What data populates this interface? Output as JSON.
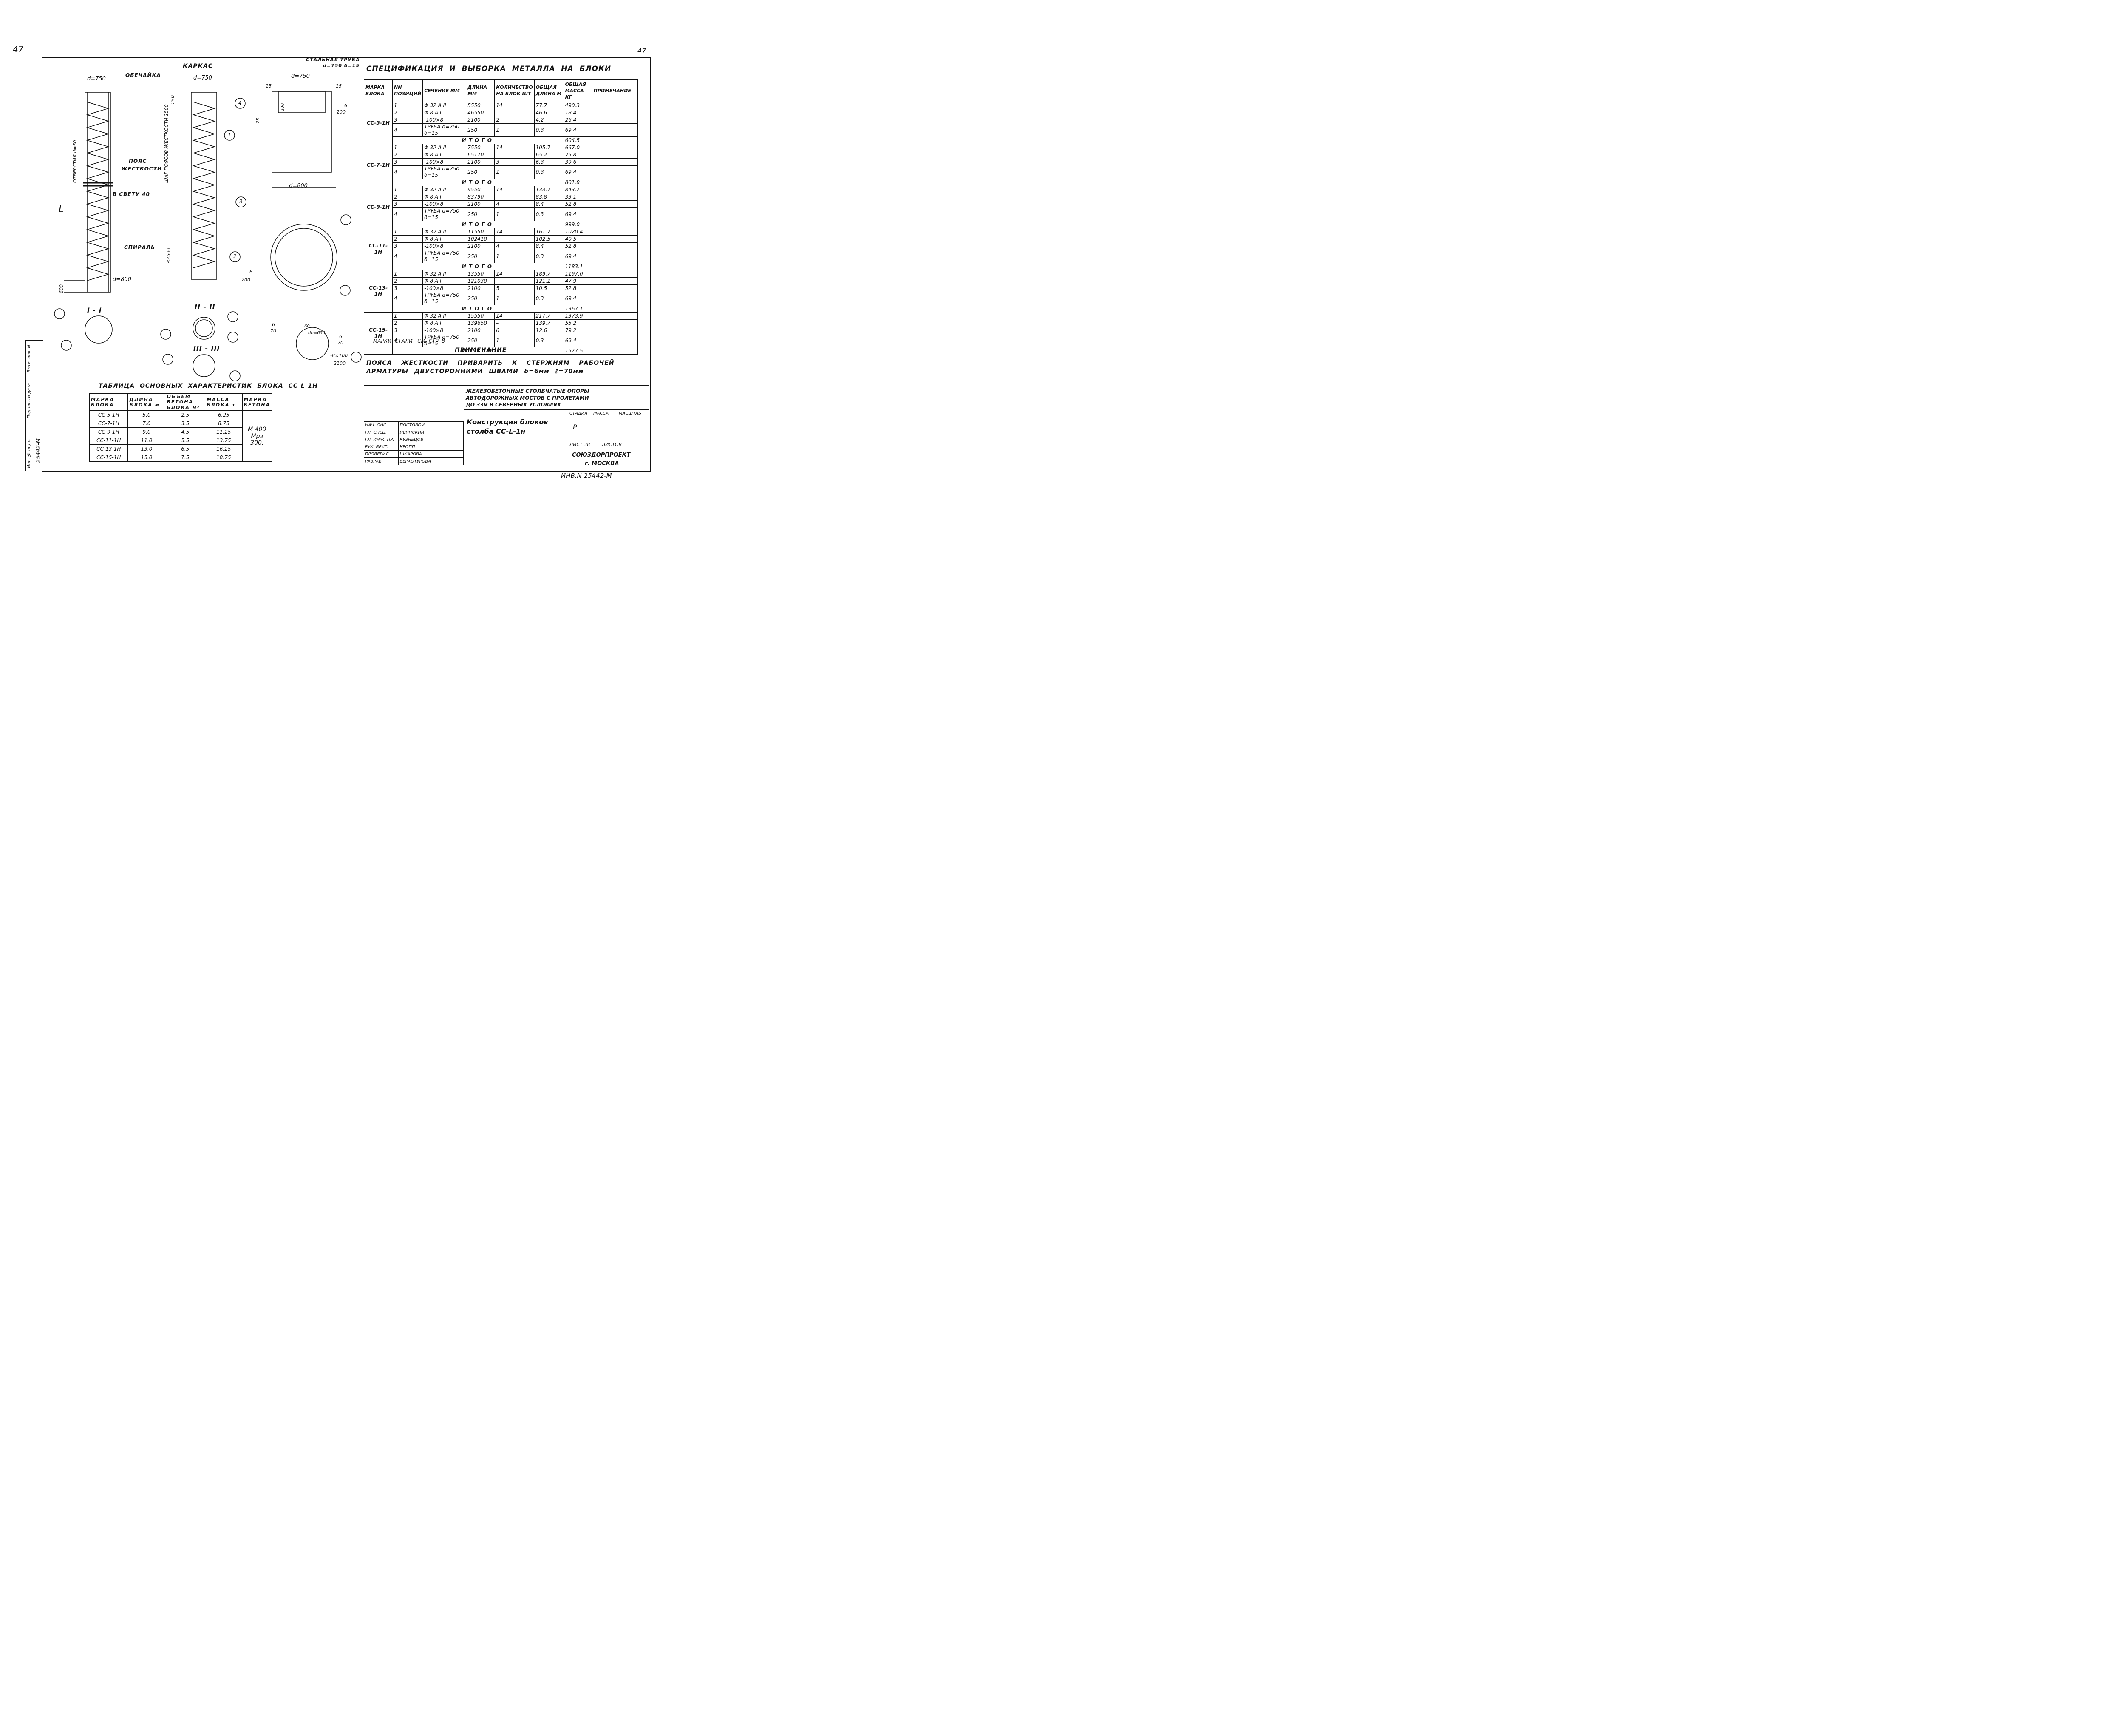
{
  "sheet_num_left": "47",
  "sheet_num_right": "47",
  "headings": {
    "karkas": "КАРКАС",
    "spec_title": "СПЕЦИФИКАЦИЯ  И  ВЫБОРКА  МЕТАЛЛА  НА  БЛОКИ",
    "steel_tube": "СТАЛЬНАЯ ТРУБА",
    "steel_tube_dim": "d=750  δ=15"
  },
  "drawing_labels": {
    "d750a": "d=750",
    "d750b": "d=750",
    "d750c": "d=750",
    "d800a": "d=800",
    "d800b": "d=800",
    "obechaika": "ОБЕЧАЙКА",
    "poyas1": "ПОЯС",
    "poyas2": "ЖЕСТКОСТИ",
    "v_svetu": "В СВЕТУ 40",
    "spiral": "СПИРАЛЬ",
    "otverstia": "ОТВЕРСТИЯ d=50",
    "shag": "ШАГ ПОЯСОВ ЖЕСТКОСТИ 2500",
    "L": "L",
    "dim600": "600",
    "dim2500": "≤2500",
    "dim250": "250",
    "dim15a": "15",
    "dim15b": "15",
    "dim200": "200",
    "dim25": "25",
    "weld6a": "6",
    "weld200a": "200",
    "weld6b": "6",
    "weld200b": "200",
    "weld6c": "6",
    "weld70c": "70",
    "weld6d": "6",
    "weld70d": "70",
    "dn650": "dн=650",
    "ang60": "60",
    "plate": "-8×100",
    "plate2": "2100",
    "sec1": "I - I",
    "sec2": "II - II",
    "sec3": "III - III",
    "c1": "1",
    "c2": "2",
    "c3": "3",
    "c4": "4"
  },
  "spec": {
    "headers": [
      "МАРКА БЛОКА",
      "NN ПОЗИЦИЙ",
      "СЕЧЕНИЕ ММ",
      "ДЛИНА ММ",
      "КОЛИЧЕСТВО НА БЛОК ШТ",
      "ОБЩАЯ ДЛИНА М",
      "ОБЩАЯ МАССА КГ",
      "ПРИМЕЧАНИЕ"
    ],
    "total_label": "ИТОГО",
    "blocks": [
      {
        "mark": "СС-5-1Н",
        "rows": [
          [
            "1",
            "Φ 32 А II",
            "5550",
            "14",
            "77.7",
            "490.3"
          ],
          [
            "2",
            "Φ 8 А I",
            "46550",
            "–",
            "46.6",
            "18.4"
          ],
          [
            "3",
            "-100×8",
            "2100",
            "2",
            "4.2",
            "26.4"
          ],
          [
            "4",
            "ТРУБА d=750 δ=15",
            "250",
            "1",
            "0.3",
            "69.4"
          ]
        ],
        "total": "604.5"
      },
      {
        "mark": "СС-7-1Н",
        "rows": [
          [
            "1",
            "Φ 32 А II",
            "7550",
            "14",
            "105.7",
            "667.0"
          ],
          [
            "2",
            "Φ 8 А I",
            "65170",
            "–",
            "65.2",
            "25.8"
          ],
          [
            "3",
            "-100×8",
            "2100",
            "3",
            "6.3",
            "39.6"
          ],
          [
            "4",
            "ТРУБА d=750 δ=15",
            "250",
            "1",
            "0.3",
            "69.4"
          ]
        ],
        "total": "801.8"
      },
      {
        "mark": "СС-9-1Н",
        "rows": [
          [
            "1",
            "Φ 32 А II",
            "9550",
            "14",
            "133.7",
            "843.7"
          ],
          [
            "2",
            "Φ 8 А I",
            "83790",
            "–",
            "83.8",
            "33.1"
          ],
          [
            "3",
            "-100×8",
            "2100",
            "4",
            "8.4",
            "52.8"
          ],
          [
            "4",
            "ТРУБА d=750 δ=15",
            "250",
            "1",
            "0.3",
            "69.4"
          ]
        ],
        "total": "999.0"
      },
      {
        "mark": "СС-11-1Н",
        "rows": [
          [
            "1",
            "Φ 32 А II",
            "11550",
            "14",
            "161.7",
            "1020.4"
          ],
          [
            "2",
            "Φ 8 А I",
            "102410",
            "–",
            "102.5",
            "40.5"
          ],
          [
            "3",
            "-100×8",
            "2100",
            "4",
            "8.4",
            "52.8"
          ],
          [
            "4",
            "ТРУБА d=750 δ=15",
            "250",
            "1",
            "0.3",
            "69.4"
          ]
        ],
        "total": "1183.1"
      },
      {
        "mark": "СС-13-1Н",
        "rows": [
          [
            "1",
            "Φ 32 А II",
            "13550",
            "14",
            "189.7",
            "1197.0"
          ],
          [
            "2",
            "Φ 8 А I",
            "121030",
            "–",
            "121.1",
            "47.9"
          ],
          [
            "3",
            "-100×8",
            "2100",
            "5",
            "10.5",
            "52.8"
          ],
          [
            "4",
            "ТРУБА d=750 δ=15",
            "250",
            "1",
            "0.3",
            "69.4"
          ]
        ],
        "total": "1367.1"
      },
      {
        "mark": "СС-15-1Н",
        "rows": [
          [
            "1",
            "Φ 32 А II",
            "15550",
            "14",
            "217.7",
            "1373.9"
          ],
          [
            "2",
            "Φ 8 А I",
            "139650",
            "–",
            "139.7",
            "55.2"
          ],
          [
            "3",
            "-100×8",
            "2100",
            "6",
            "12.6",
            "79.2"
          ],
          [
            "4",
            "ТРУБА d=750 δ=15",
            "250",
            "1",
            "0.3",
            "69.4"
          ]
        ],
        "total": "1577.5"
      }
    ]
  },
  "notes": {
    "steel": "МАРКИ  СТАЛИ   СМ. СТР. 8",
    "title": "ПРИМЕЧАНИЕ",
    "line1": "ПОЯСА ЖЕСТКОСТИ ПРИВАРИТЬ К СТЕРЖНЯМ РАБОЧЕЙ",
    "line2": "АРМАТУРЫ ДВУСТОРОННИМИ ШВАМИ  δ=6мм  ℓ=70мм"
  },
  "main_table": {
    "title": "ТАБЛИЦА  ОСНОВНЫХ  ХАРАКТЕРИСТИК  БЛОКА  СС-L-1Н",
    "headers": [
      "МАРКА БЛОКА",
      "ДЛИНА БЛОКА м",
      "ОБЪЕМ БЕТОНА БЛОКА м³",
      "МАССА БЛОКА т",
      "МАРКА БЕТОНА"
    ],
    "rows": [
      [
        "СС-5-1Н",
        "5.0",
        "2.5",
        "6.25"
      ],
      [
        "СС-7-1Н",
        "7.0",
        "3.5",
        "8.75"
      ],
      [
        "СС-9-1Н",
        "9.0",
        "4.5",
        "11.25"
      ],
      [
        "СС-11-1Н",
        "11.0",
        "5.5",
        "13.75"
      ],
      [
        "СС-13-1Н",
        "13.0",
        "6.5",
        "16.25"
      ],
      [
        "СС-15-1Н",
        "15.0",
        "7.5",
        "18.75"
      ]
    ],
    "concrete1": "М 400",
    "concrete2": "Мрз 300."
  },
  "stamp": {
    "project1": "ЖЕЛЕЗОБЕТОННЫЕ  СТОЛБЧАТЫЕ  ОПОРЫ",
    "project2": "АВТОДОРОЖНЫХ  МОСТОВ  С  ПРОЛЕТАМИ",
    "project3": "ДО  33м  В  СЕВЕРНЫХ  УСЛОВИЯХ",
    "sheet_title1": "Конструкция  блоков",
    "sheet_title2": "столба  СС-L-1н",
    "stadia": "СТАДИЯ",
    "massa": "МАССА",
    "masshtab": "МАСШТАБ",
    "stadia_val": "Р",
    "list": "ЛИСТ 38",
    "listov": "ЛИСТОВ",
    "org1": "СОЮЗДОРПРОЕКТ",
    "org2": "г. МОСКВА",
    "people": [
      [
        "НАЧ. ОНС",
        "ПОСТОВОЙ"
      ],
      [
        "ГЛ. СПЕЦ.",
        "ИВЯНСКИЙ"
      ],
      [
        "ГЛ. ИНЖ. ПР.",
        "КУЗНЕЦОВ"
      ],
      [
        "РУК. БРИГ.",
        "КРОПП"
      ],
      [
        "ПРОВЕРИЛ",
        "ШКАРОВА"
      ],
      [
        "РАЗРАБ.",
        "ВЕРХОТУРОВА"
      ]
    ]
  },
  "side": {
    "inv": "Инв. № подл.",
    "inv_val": "25442-М",
    "sign": "Подпись и дата",
    "vzam": "Взам. инв. N"
  },
  "inv_bottom": "ИНВ.N 25442-М"
}
